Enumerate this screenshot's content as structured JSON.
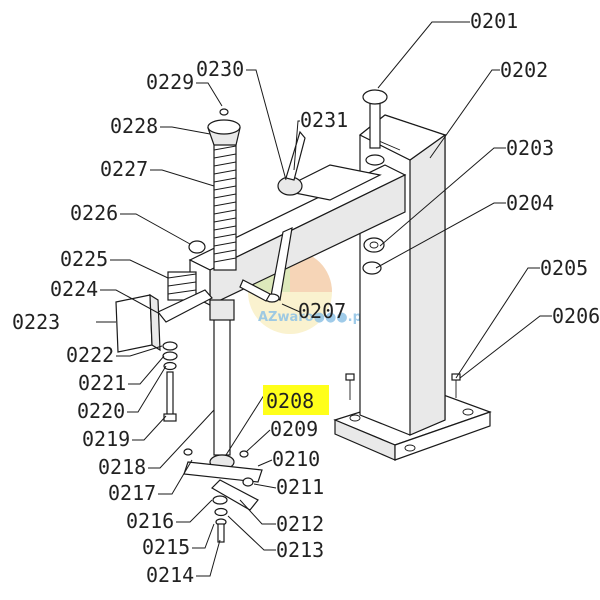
{
  "watermark": {
    "text": "AZwaro●●●.pl"
  },
  "callouts": {
    "c0201": "0201",
    "c0202": "0202",
    "c0203": "0203",
    "c0204": "0204",
    "c0205": "0205",
    "c0206": "0206",
    "c0207": "0207",
    "c0208": "0208",
    "c0209": "0209",
    "c0210": "0210",
    "c0211": "0211",
    "c0212": "0212",
    "c0213": "0213",
    "c0214": "0214",
    "c0215": "0215",
    "c0216": "0216",
    "c0217": "0217",
    "c0218": "0218",
    "c0219": "0219",
    "c0220": "0220",
    "c0221": "0221",
    "c0222": "0222",
    "c0223": "0223",
    "c0224": "0224",
    "c0225": "0225",
    "c0226": "0226",
    "c0227": "0227",
    "c0228": "0228",
    "c0229": "0229",
    "c0230": "0230",
    "c0231": "0231"
  },
  "highlight": {
    "part": "0208",
    "color": "#ffff1a"
  }
}
